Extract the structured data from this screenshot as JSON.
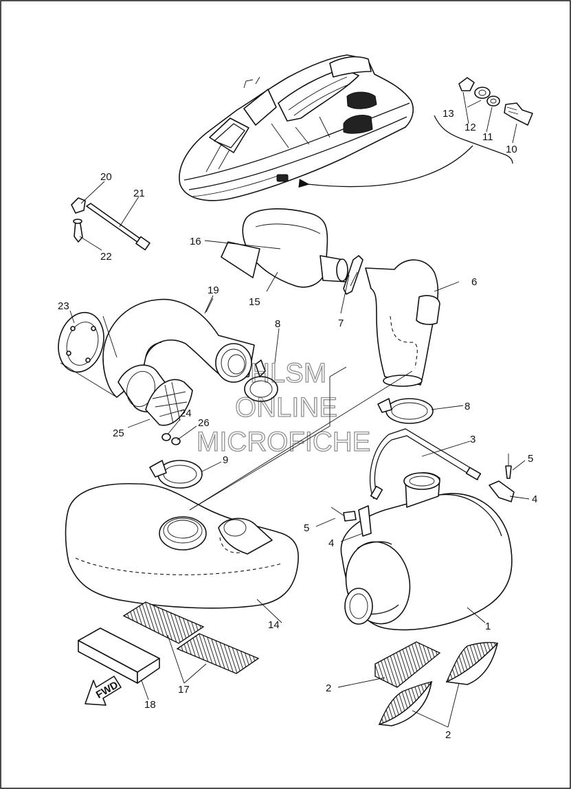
{
  "diagram": {
    "callouts": [
      {
        "id": "c1",
        "label": "1"
      },
      {
        "id": "c2a",
        "label": "2"
      },
      {
        "id": "c2b",
        "label": "2"
      },
      {
        "id": "c3",
        "label": "3"
      },
      {
        "id": "c4a",
        "label": "4"
      },
      {
        "id": "c4b",
        "label": "4"
      },
      {
        "id": "c5a",
        "label": "5"
      },
      {
        "id": "c5b",
        "label": "5"
      },
      {
        "id": "c6",
        "label": "6"
      },
      {
        "id": "c7",
        "label": "7"
      },
      {
        "id": "c8a",
        "label": "8"
      },
      {
        "id": "c8b",
        "label": "8"
      },
      {
        "id": "c9",
        "label": "9"
      },
      {
        "id": "c10",
        "label": "10"
      },
      {
        "id": "c11",
        "label": "11"
      },
      {
        "id": "c12",
        "label": "12"
      },
      {
        "id": "c13",
        "label": "13"
      },
      {
        "id": "c14",
        "label": "14"
      },
      {
        "id": "c15",
        "label": "15"
      },
      {
        "id": "c16",
        "label": "16"
      },
      {
        "id": "c17",
        "label": "17"
      },
      {
        "id": "c18",
        "label": "18"
      },
      {
        "id": "c19",
        "label": "19"
      },
      {
        "id": "c20",
        "label": "20"
      },
      {
        "id": "c21",
        "label": "21"
      },
      {
        "id": "c22",
        "label": "22"
      },
      {
        "id": "c23",
        "label": "23"
      },
      {
        "id": "c24",
        "label": "24"
      },
      {
        "id": "c25",
        "label": "25"
      },
      {
        "id": "c26",
        "label": "26"
      }
    ],
    "fwd_arrow_label": "FWD"
  },
  "watermark": {
    "line1": "HLSM",
    "line2": "ONLINE",
    "line3": "MICROFICHE"
  }
}
